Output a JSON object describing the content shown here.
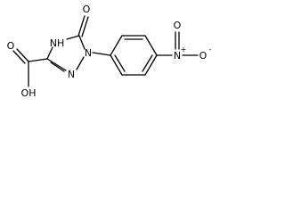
{
  "molecule": {
    "atoms": {
      "carbonyl_oxygen": "O",
      "ring_nh": "NH",
      "ring_n1": "N",
      "ring_n2": "N",
      "acid_oxygen": "O",
      "acid_hydroxyl": "OH",
      "nitro_nitrogen": "N",
      "nitro_n_charge": "+",
      "nitro_oxygen_right": "O",
      "nitro_o_charge": "-",
      "nitro_oxygen_top": "O"
    }
  },
  "colors": {
    "ink": "#000000",
    "background": "#ffffff"
  }
}
